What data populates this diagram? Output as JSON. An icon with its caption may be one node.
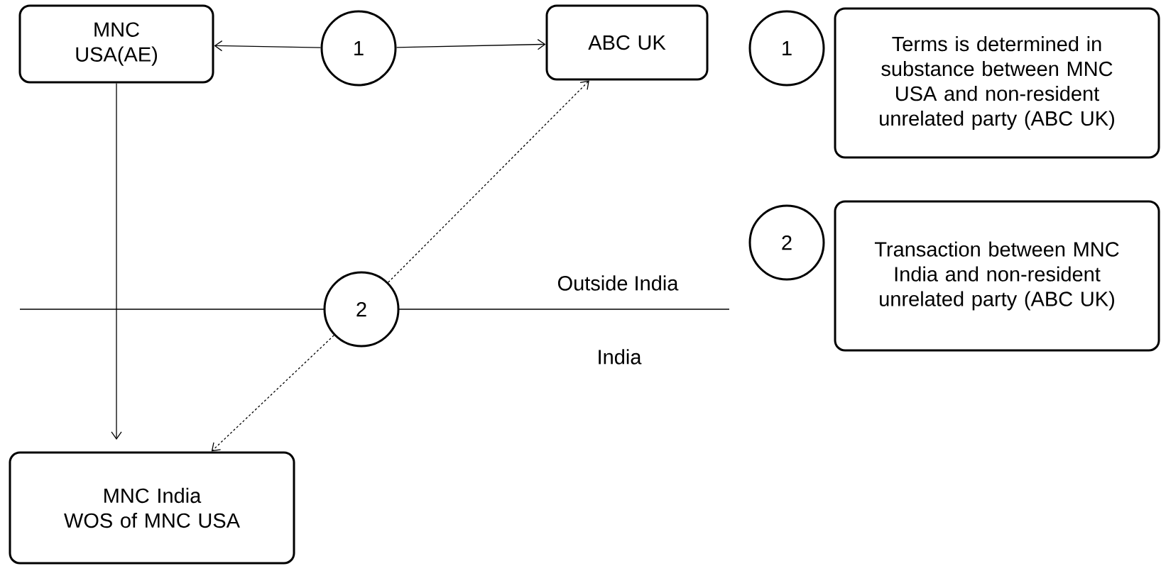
{
  "diagram": {
    "nodes": [
      {
        "text": [
          "MNC USA(AE)"
        ]
      },
      {
        "text": [
          "1"
        ]
      },
      {
        "text": [
          "ABC UK"
        ]
      },
      {
        "text": [
          "1"
        ]
      },
      {
        "text": [
          "Terms is determined in substance between MNC USA and non-resident unrelated party (ABC UK)"
        ]
      },
      {
        "text": [
          "2"
        ]
      },
      {
        "text": [
          "Transaction between MNC India and non-resident unrelated party (ABC UK)"
        ]
      },
      {
        "text": [
          "2"
        ]
      },
      {
        "text": [
          "MNC India",
          "WOS of MNC USA"
        ]
      }
    ],
    "edges": [
      {
        "from": 1,
        "to": 0,
        "arrow": "to"
      },
      {
        "from": 1,
        "to": 2,
        "arrow": "to"
      },
      {
        "from": 0,
        "to": 8,
        "arrow": "to"
      },
      {
        "from": 7,
        "to": 2,
        "arrow": "to",
        "style": "dashed"
      },
      {
        "from": 7,
        "to": 8,
        "arrow": "to",
        "style": "dashed"
      }
    ],
    "labels": [
      "Outside India",
      "India"
    ]
  }
}
